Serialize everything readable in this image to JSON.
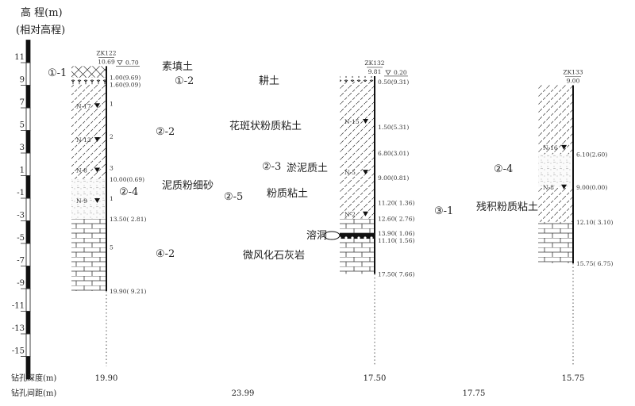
{
  "axis": {
    "title": "高 程(m)",
    "subtitle": "(相对高程)",
    "ticks": [
      11,
      9,
      7,
      5,
      3,
      1,
      -1,
      -3,
      -5,
      -7,
      -9,
      -11,
      -13,
      -15
    ]
  },
  "boreholes": [
    {
      "id": "ZK122",
      "elevation": "10.69",
      "depth": 19.9,
      "depth_label": "19.90",
      "water": "0.70",
      "layers": [
        {
          "from": 0,
          "to": 1.0,
          "type": "fill"
        },
        {
          "from": 1.0,
          "to": 1.6,
          "type": "plant"
        },
        {
          "from": 1.6,
          "to": 10.0,
          "type": "clay"
        },
        {
          "from": 10.0,
          "to": 13.5,
          "type": "sand"
        },
        {
          "from": 13.5,
          "to": 19.9,
          "type": "limestone"
        }
      ],
      "labels": [
        {
          "d": 1.0,
          "text": "1.00(9.69)"
        },
        {
          "d": 1.6,
          "text": "1.60(9.09)"
        },
        {
          "d": 10.0,
          "text": "10.00(0.69)"
        },
        {
          "d": 13.5,
          "text": "13.50( 2.81)"
        },
        {
          "d": 19.9,
          "text": "19.90( 9.21)"
        }
      ],
      "samples": [
        {
          "d": 3.3,
          "text": "1"
        },
        {
          "d": 6.2,
          "text": "2"
        },
        {
          "d": 9.0,
          "text": "3"
        },
        {
          "d": 11.7,
          "text": "1"
        },
        {
          "d": 16.0,
          "text": "5"
        }
      ],
      "n_values": [
        {
          "d": 3.5,
          "text": "N-17"
        },
        {
          "d": 6.5,
          "text": "N-13"
        },
        {
          "d": 9.2,
          "text": "N-8"
        },
        {
          "d": 11.9,
          "text": "N-9"
        }
      ]
    },
    {
      "id": "ZK132",
      "elevation": "9.81",
      "depth": 17.5,
      "depth_label": "17.50",
      "water": "0.20",
      "layers": [
        {
          "from": 0,
          "to": 0.5,
          "type": "plant"
        },
        {
          "from": 0.5,
          "to": 12.6,
          "type": "clay"
        },
        {
          "from": 12.6,
          "to": 13.9,
          "type": "limestone"
        },
        {
          "from": 13.9,
          "to": 14.4,
          "type": "cave"
        },
        {
          "from": 14.4,
          "to": 17.5,
          "type": "limestone"
        }
      ],
      "labels": [
        {
          "d": 0.5,
          "text": "0.50(9.31)"
        },
        {
          "d": 4.5,
          "text": "1.50(5.31)"
        },
        {
          "d": 6.8,
          "text": "6.80(3.01)"
        },
        {
          "d": 9.0,
          "text": "9.00(0.81)"
        },
        {
          "d": 11.2,
          "text": "11.20( 1.36)"
        },
        {
          "d": 12.6,
          "text": "12.60( 2.76)"
        },
        {
          "d": 13.9,
          "text": "13.90( 1.06)"
        },
        {
          "d": 14.4,
          "text": "11.10( 1.56)"
        },
        {
          "d": 17.5,
          "text": "17.50( 7.66)"
        }
      ],
      "samples": [],
      "n_values": [
        {
          "d": 4.0,
          "text": "N-15"
        },
        {
          "d": 8.5,
          "text": "N-5"
        },
        {
          "d": 12.2,
          "text": "N-2"
        }
      ]
    },
    {
      "id": "ZK133",
      "elevation": "9.00",
      "depth": 15.75,
      "depth_label": "15.75",
      "water": "",
      "layers": [
        {
          "from": 0,
          "to": 6.1,
          "type": "clay"
        },
        {
          "from": 6.1,
          "to": 9.0,
          "type": "sand"
        },
        {
          "from": 9.0,
          "to": 12.1,
          "type": "clay"
        },
        {
          "from": 12.1,
          "to": 15.75,
          "type": "limestone"
        }
      ],
      "labels": [
        {
          "d": 6.1,
          "text": "6.10(2.60)"
        },
        {
          "d": 9.0,
          "text": "9.00(0.00)"
        },
        {
          "d": 12.1,
          "text": "12.10( 3.10)"
        },
        {
          "d": 15.75,
          "text": "15.75( 6.75)"
        }
      ],
      "samples": [],
      "n_values": [
        {
          "d": 5.5,
          "text": "N-16"
        },
        {
          "d": 9.0,
          "text": "N-8"
        }
      ]
    }
  ],
  "strata_labels": [
    {
      "code": "①-1",
      "name": ""
    },
    {
      "code": "",
      "name": "素填土"
    },
    {
      "code": "①-2",
      "name": "耕土"
    },
    {
      "code": "②-2",
      "name": "花斑状粉质粘土"
    },
    {
      "code": "②-3",
      "name": "淤泥质土"
    },
    {
      "code": "②-4",
      "name": "泥质粉细砂"
    },
    {
      "code": "②-5",
      "name": "粉质粘土"
    },
    {
      "code": "②-4",
      "name": ""
    },
    {
      "code": "③-1",
      "name": "残积粉质粘土"
    },
    {
      "code": "④-2",
      "name": "微风化石灰岩"
    },
    {
      "code": "",
      "name": "溶洞"
    }
  ],
  "footer": {
    "depth_label": "钻孔深度(m)",
    "spacing_label": "钻孔间距(m)",
    "spacings": [
      "23.99",
      "17.75"
    ]
  }
}
